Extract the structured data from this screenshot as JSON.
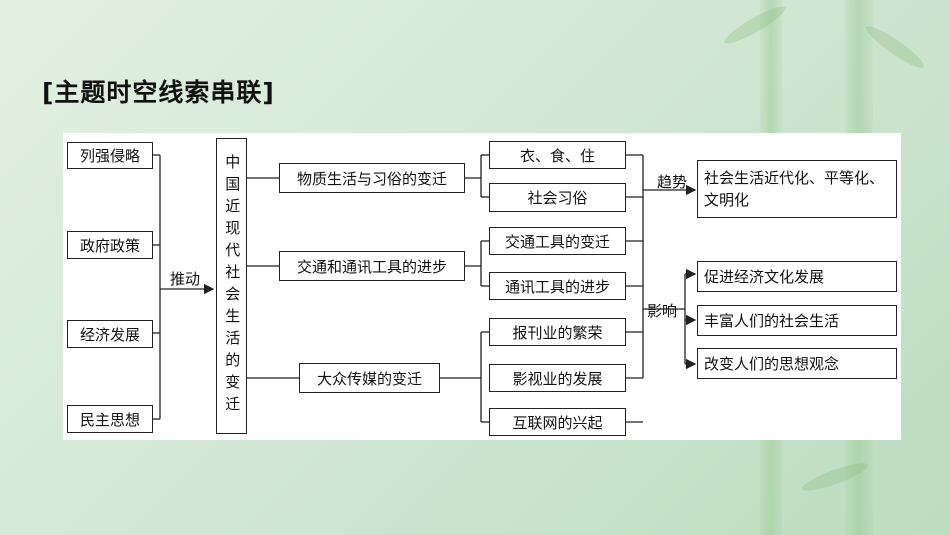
{
  "title": "[主题时空线索串联]",
  "diagram": {
    "factors": [
      "列强侵略",
      "政府政策",
      "经济发展",
      "民主思想"
    ],
    "drive_label": "推动",
    "center": "中国近现代社会生活的变迁",
    "branches": [
      {
        "label": "物质生活与习俗的变迁",
        "items": [
          "衣、食、住",
          "社会习俗"
        ]
      },
      {
        "label": "交通和通讯工具的进步",
        "items": [
          "交通工具的变迁",
          "通讯工具的进步"
        ]
      },
      {
        "label": "大众传媒的变迁",
        "items": [
          "报刊业的繁荣",
          "影视业的发展",
          "互联网的兴起"
        ]
      }
    ],
    "trend_label": "趋势",
    "trend_result": "社会生活近代化、平等化、文明化",
    "impact_label": "影响",
    "impacts": [
      "促进经济文化发展",
      "丰富人们的社会生活",
      "改变人们的思想观念"
    ]
  }
}
